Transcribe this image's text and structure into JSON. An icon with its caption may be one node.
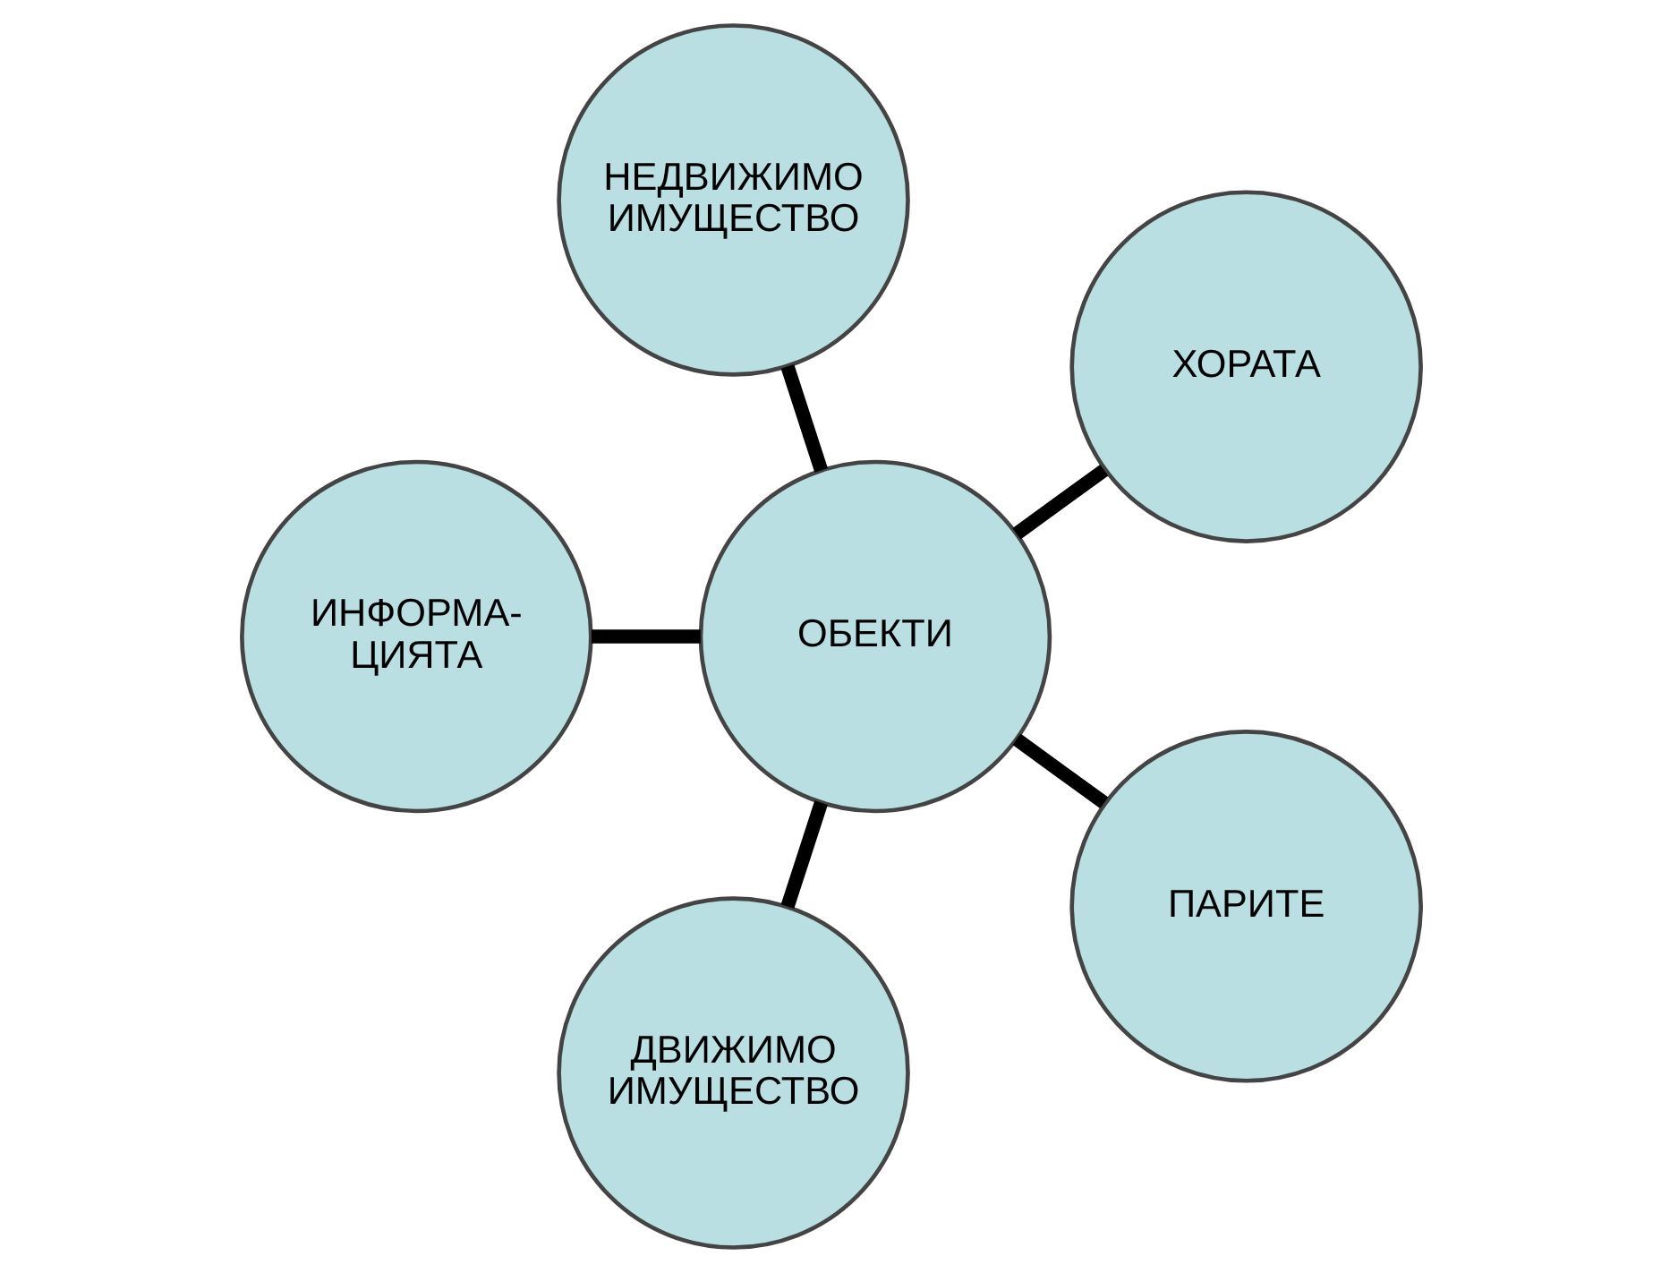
{
  "diagram": {
    "nodes": [
      {
        "text": [
          "ОБЕКТИ"
        ]
      },
      {
        "text": [
          "ХОРАТА"
        ]
      },
      {
        "text": [
          "НЕДВИЖИМО ИМУЩЕСТВО"
        ]
      },
      {
        "text": [
          "ИНФОРМА- ЦИЯТА"
        ]
      },
      {
        "text": [
          "ДВИЖИМО ИМУЩЕСТВО"
        ]
      },
      {
        "text": [
          "ПАРИТЕ"
        ]
      }
    ],
    "edges": [
      {
        "from": 0,
        "to": 1,
        "arrow": "none"
      },
      {
        "from": 0,
        "to": 3,
        "arrow": "none"
      },
      {
        "from": 0,
        "to": 5,
        "arrow": "none"
      },
      {
        "from": 0,
        "to": 4,
        "arrow": "none"
      },
      {
        "from": 0,
        "to": 2,
        "arrow": "none"
      }
    ]
  }
}
